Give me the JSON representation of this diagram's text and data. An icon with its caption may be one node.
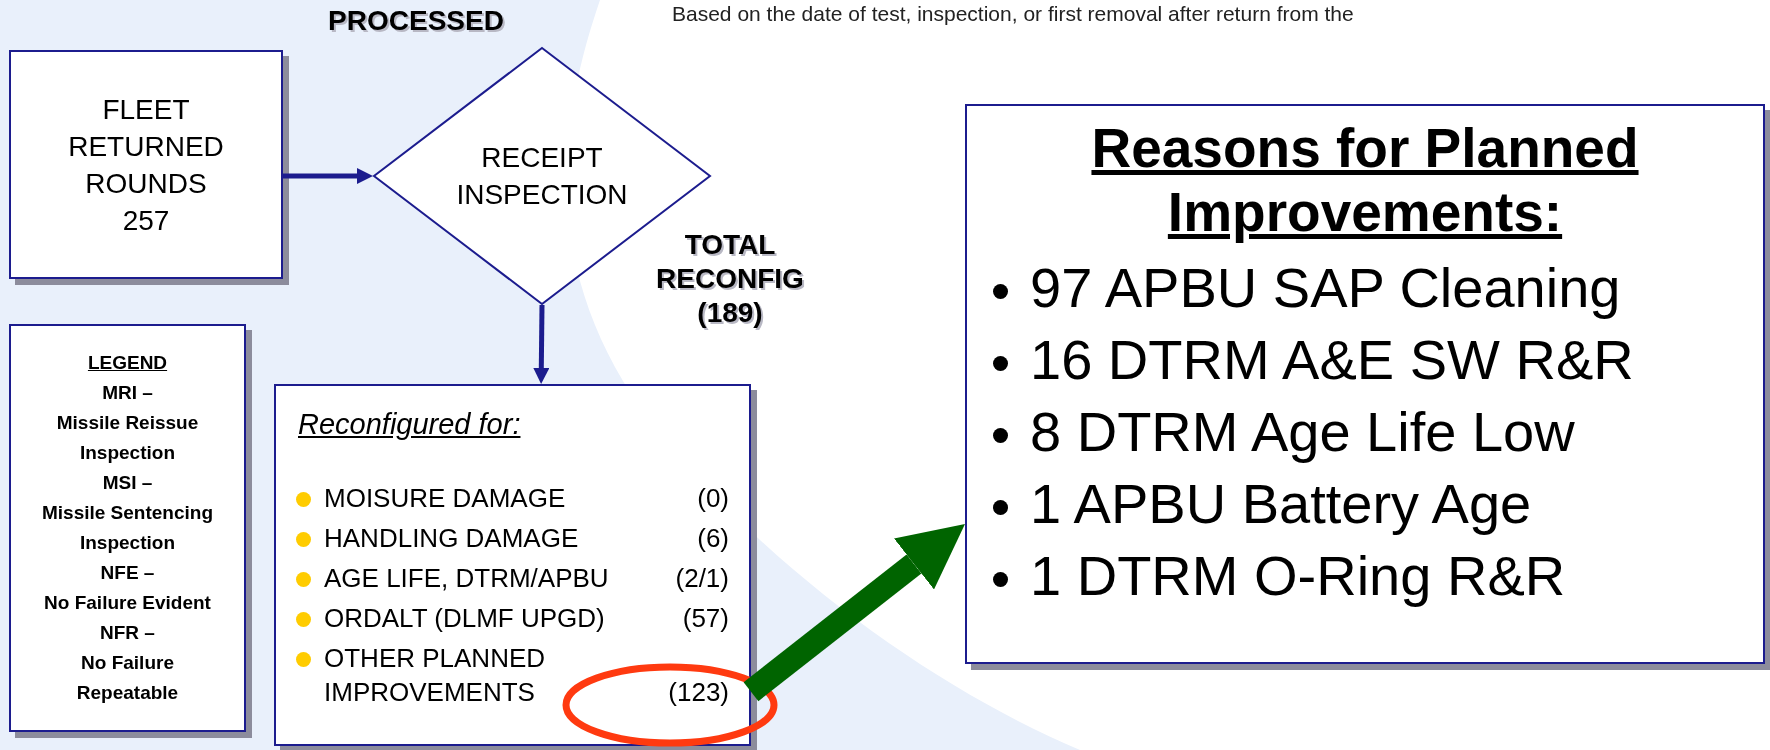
{
  "diagram": {
    "nodes": [
      {
        "text": [
          "FLEET RETURNED ROUNDS 257"
        ]
      },
      {
        "text": [
          "RECEIPT INSPECTION"
        ]
      },
      {
        "text": [
          "Reconfigured for:",
          "MOISURE DAMAGE",
          "(0)",
          "HANDLING DAMAGE",
          "(6)",
          "AGE LIFE, DTRM/APBU",
          "(2/1)",
          "ORDALT (DLMF UPGD)",
          "(57)",
          "OTHER PLANNED IMPROVEMENTS",
          "(123)"
        ]
      },
      {
        "text": [
          "LEGEND",
          "MRI –",
          "Missile Reissue Inspection",
          "MSI –",
          "Missile Sentencing Inspection",
          "NFE –",
          "No Failure Evident",
          "NFR –",
          "No Failure Repeatable"
        ]
      },
      {
        "text": [
          "Reasons for Planned Improvements:",
          "97 APBU SAP Cleaning",
          "16 DTRM A&E SW R&R",
          "8 DTRM Age Life Low",
          "1 APBU Battery Age",
          "1 DTRM O-Ring R&R"
        ]
      }
    ],
    "edges": [
      {
        "from": 0,
        "to": 1,
        "arrow": "to"
      },
      {
        "from": 1,
        "to": 2,
        "arrow": "to"
      },
      {
        "from": 2,
        "to": 4,
        "arrow": "to",
        "style": "thick",
        "color": "#006400"
      }
    ],
    "labels": [
      "PROCESSED",
      "Based on the date of test, inspection, or first removal after return from the",
      "TOTAL RECONFIG (189)"
    ]
  }
}
